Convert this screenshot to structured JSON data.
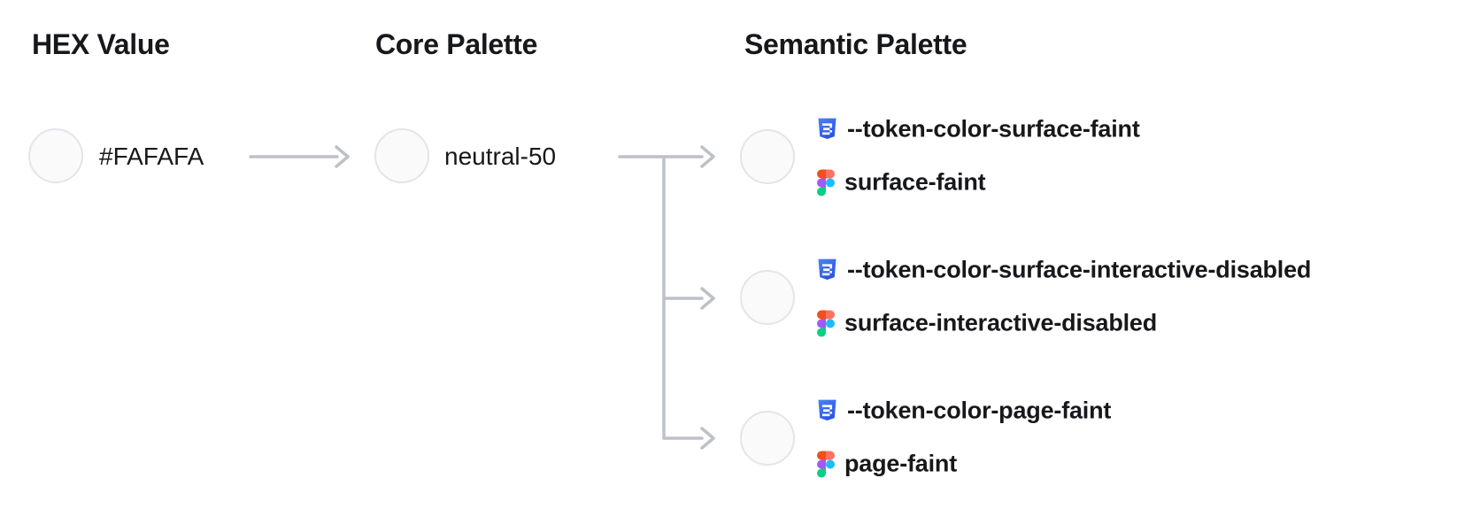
{
  "diagram": {
    "headers": {
      "hex": "HEX Value",
      "core": "Core Palette",
      "semantic": "Semantic Palette"
    },
    "hex_value": "#FAFAFA",
    "core_token": "neutral-50",
    "semantic_tokens": [
      {
        "css_variable": "--token-color-surface-faint",
        "figma_style": "surface-faint"
      },
      {
        "css_variable": "--token-color-surface-interactive-disabled",
        "figma_style": "surface-interactive-disabled"
      },
      {
        "css_variable": "--token-color-page-faint",
        "figma_style": "page-faint"
      }
    ],
    "icons": {
      "css_rows": "css3-shield-icon",
      "figma_rows": "figma-icon",
      "connectors": "arrow-right-icon"
    },
    "colors": {
      "swatch_fill": "#FAFAFA",
      "swatch_border": "#E3E5E9",
      "connector": "#BDC1C9",
      "text": "#17181C",
      "css_icon_blue": "#3468EB",
      "figma_red": "#F24E1E",
      "figma_salmon": "#FF7262",
      "figma_purple": "#A259FF",
      "figma_blue": "#1ABCFE",
      "figma_green": "#0ACF83"
    }
  }
}
